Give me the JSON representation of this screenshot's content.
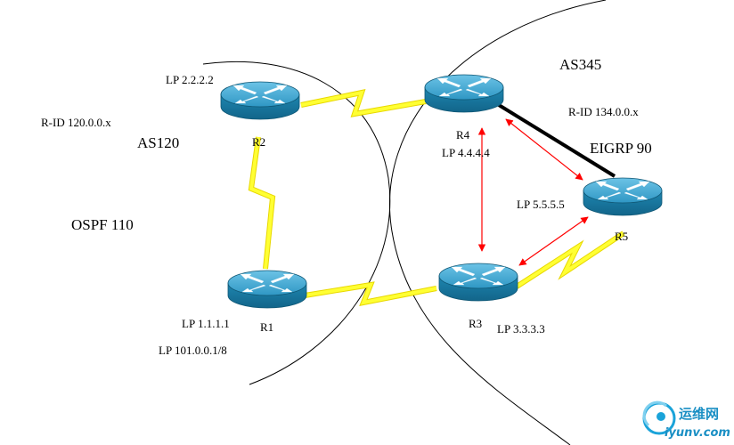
{
  "labels": {
    "lp_r2": "LP 2.2.2.2",
    "rid_as120": "R-ID 120.0.0.x",
    "as120": "AS120",
    "r2": "R2",
    "ospf": "OSPF 110",
    "lp_r1": "LP 1.1.1.1",
    "r1": "R1",
    "lp_r1b": "LP 101.0.0.1/8",
    "as345": "AS345",
    "rid_as345": "R-ID 134.0.0.x",
    "r4": "R4",
    "lp_r4": "LP 4.4.4.4",
    "eigrp": "EIGRP 90",
    "lp_r5": "LP 5.5.5.5",
    "r5": "R5",
    "r3": "R3",
    "lp_r3": "LP 3.3.3.3"
  },
  "watermark": {
    "cn": "运维网",
    "url": "iyunv.com"
  },
  "colors": {
    "serial_link": "#ffff33",
    "router_top": "#3fa7cf",
    "router_body": "#1d7fa6",
    "arrow": "#ff0000",
    "ethernet_link": "#000000"
  },
  "icons": [
    "router-icon",
    "serial-link-zigzag",
    "double-arrow"
  ]
}
